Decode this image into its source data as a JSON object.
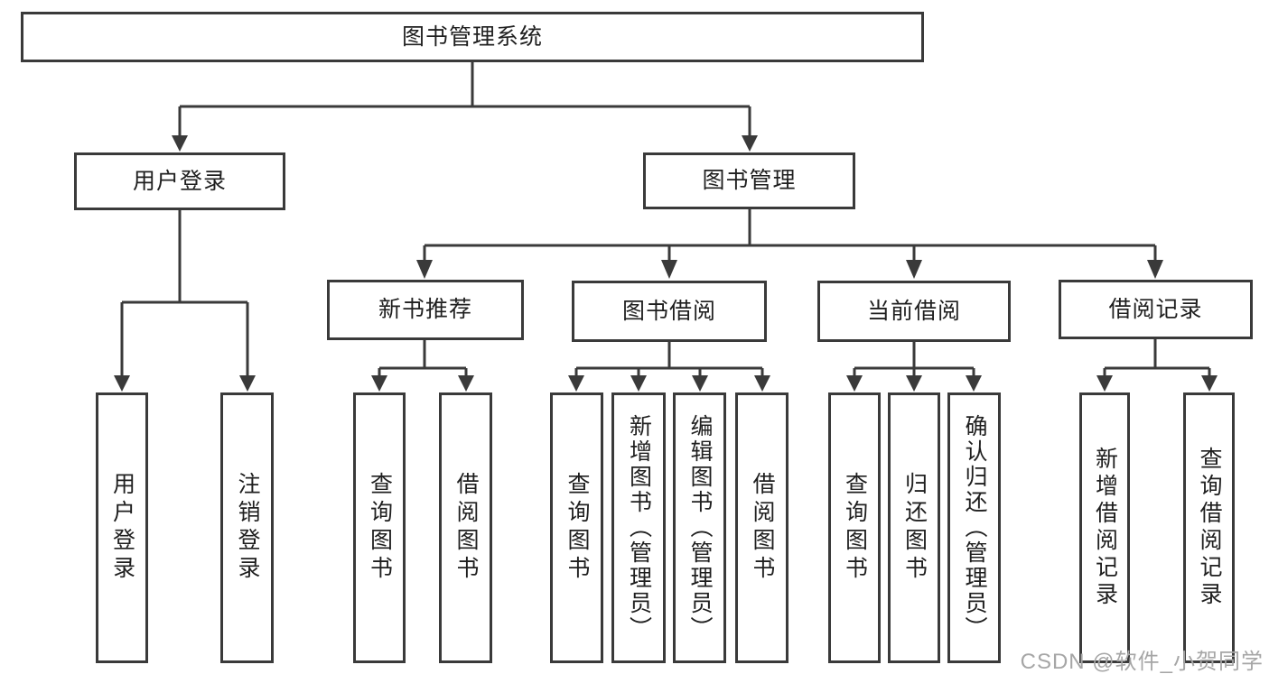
{
  "diagram": {
    "title": "图书管理系统",
    "branches": [
      {
        "label": "用户登录",
        "children": [
          {
            "label": "用户登录"
          },
          {
            "label": "注销登录"
          }
        ]
      },
      {
        "label": "图书管理",
        "children": [
          {
            "label": "新书推荐",
            "children": [
              {
                "label": "查询图书"
              },
              {
                "label": "借阅图书"
              }
            ]
          },
          {
            "label": "图书借阅",
            "children": [
              {
                "label": "查询图书"
              },
              {
                "label": "新增图书（管理员）"
              },
              {
                "label": "编辑图书（管理员）"
              },
              {
                "label": "借阅图书"
              }
            ]
          },
          {
            "label": "当前借阅",
            "children": [
              {
                "label": "查询图书"
              },
              {
                "label": "归还图书"
              },
              {
                "label": "确认归还（管理员）"
              }
            ]
          },
          {
            "label": "借阅记录",
            "children": [
              {
                "label": "新增借阅记录"
              },
              {
                "label": "查询借阅记录"
              }
            ]
          }
        ]
      }
    ]
  },
  "watermark": {
    "text": "CSDN @软件_小贺同学"
  },
  "colors": {
    "line": "#3a3a3a",
    "text": "#1f1f1f",
    "watermark": "#a6a6a6",
    "background": "#ffffff"
  }
}
